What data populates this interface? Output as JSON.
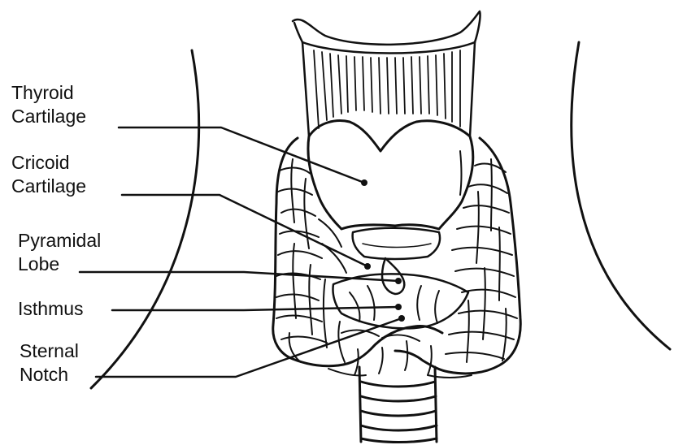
{
  "diagram": {
    "labels": {
      "thyroid_line1": "Thyroid",
      "thyroid_line2": "Cartilage",
      "cricoid_line1": "Cricoid",
      "cricoid_line2": "Cartilage",
      "pyramidal_line1": "Pyramidal",
      "pyramidal_line2": "Lobe",
      "isthmus": "Isthmus",
      "sternal_line1": "Sternal",
      "sternal_line2": "Notch"
    },
    "stroke_color": "#111111",
    "background_color": "#ffffff"
  }
}
